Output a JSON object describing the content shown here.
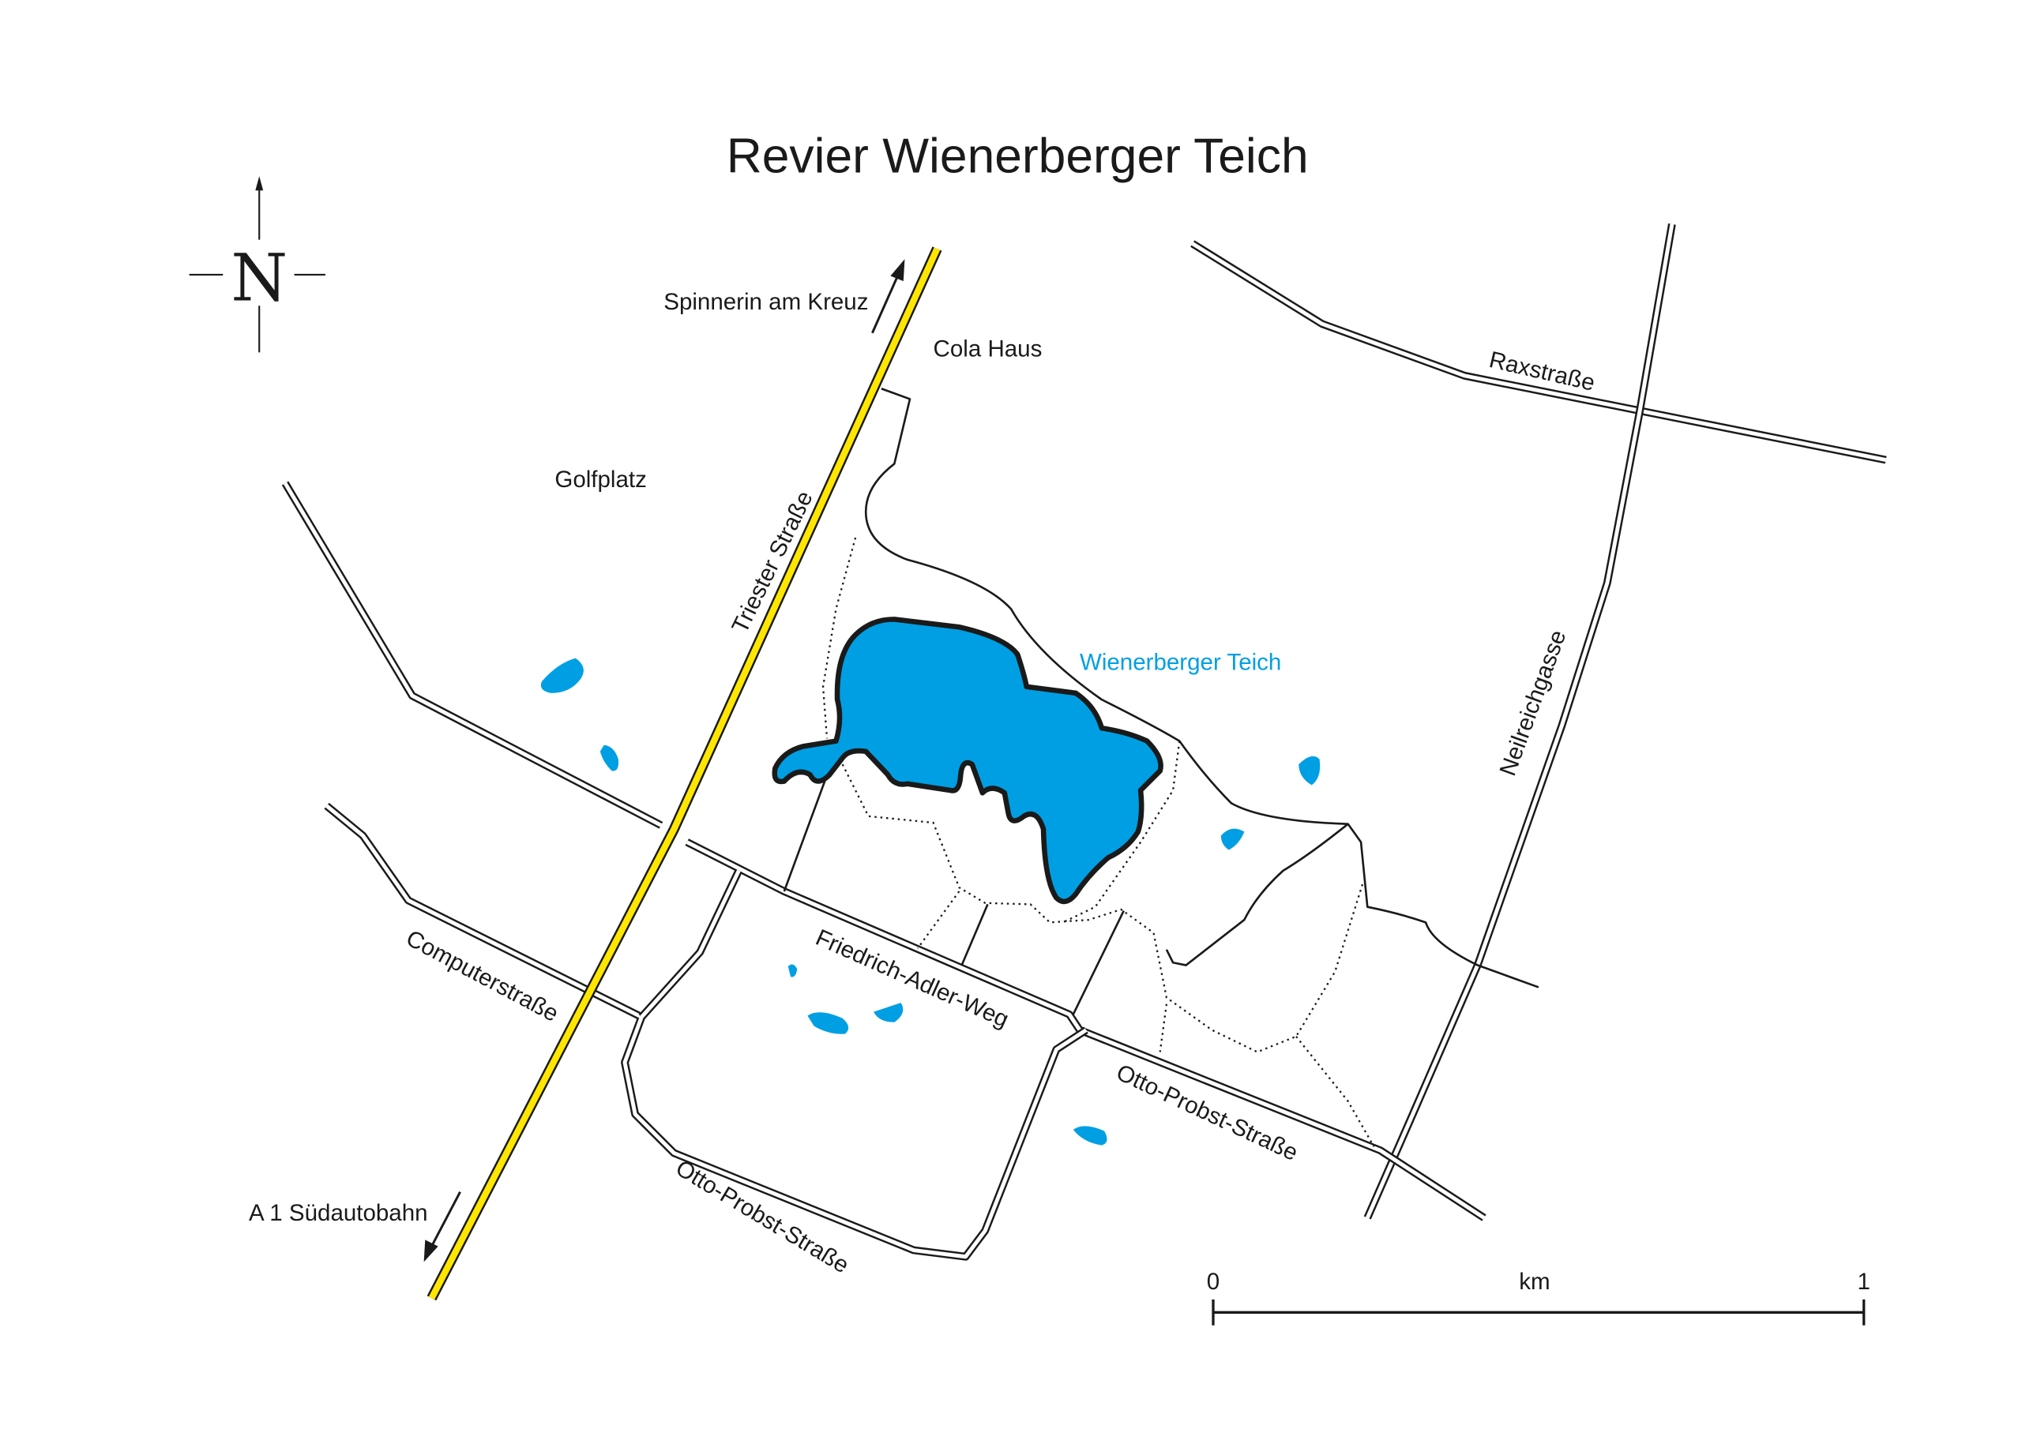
{
  "title": "Revier Wienerberger Teich",
  "compass": {
    "label": "N"
  },
  "labels": {
    "spinnerin": "Spinnerin am Kreuz",
    "cola_haus": "Cola Haus",
    "golfplatz": "Golfplatz",
    "triester": "Triester Straße",
    "teich": "Wienerberger Teich",
    "raxstrasse": "Raxstraße",
    "neilreichgasse": "Neilreichgasse",
    "computerstrasse": "Computerstraße",
    "friedrich_adler": "Friedrich-Adler-Weg",
    "otto_probst_1": "Otto-Probst-Straße",
    "otto_probst_2": "Otto-Probst-Straße",
    "suedautobahn": "A 1 Südautobahn"
  },
  "scale": {
    "start": "0",
    "unit": "km",
    "end": "1"
  },
  "colors": {
    "water": "#009fe3",
    "highway": "#ffe600",
    "ink": "#1a1a1a"
  }
}
